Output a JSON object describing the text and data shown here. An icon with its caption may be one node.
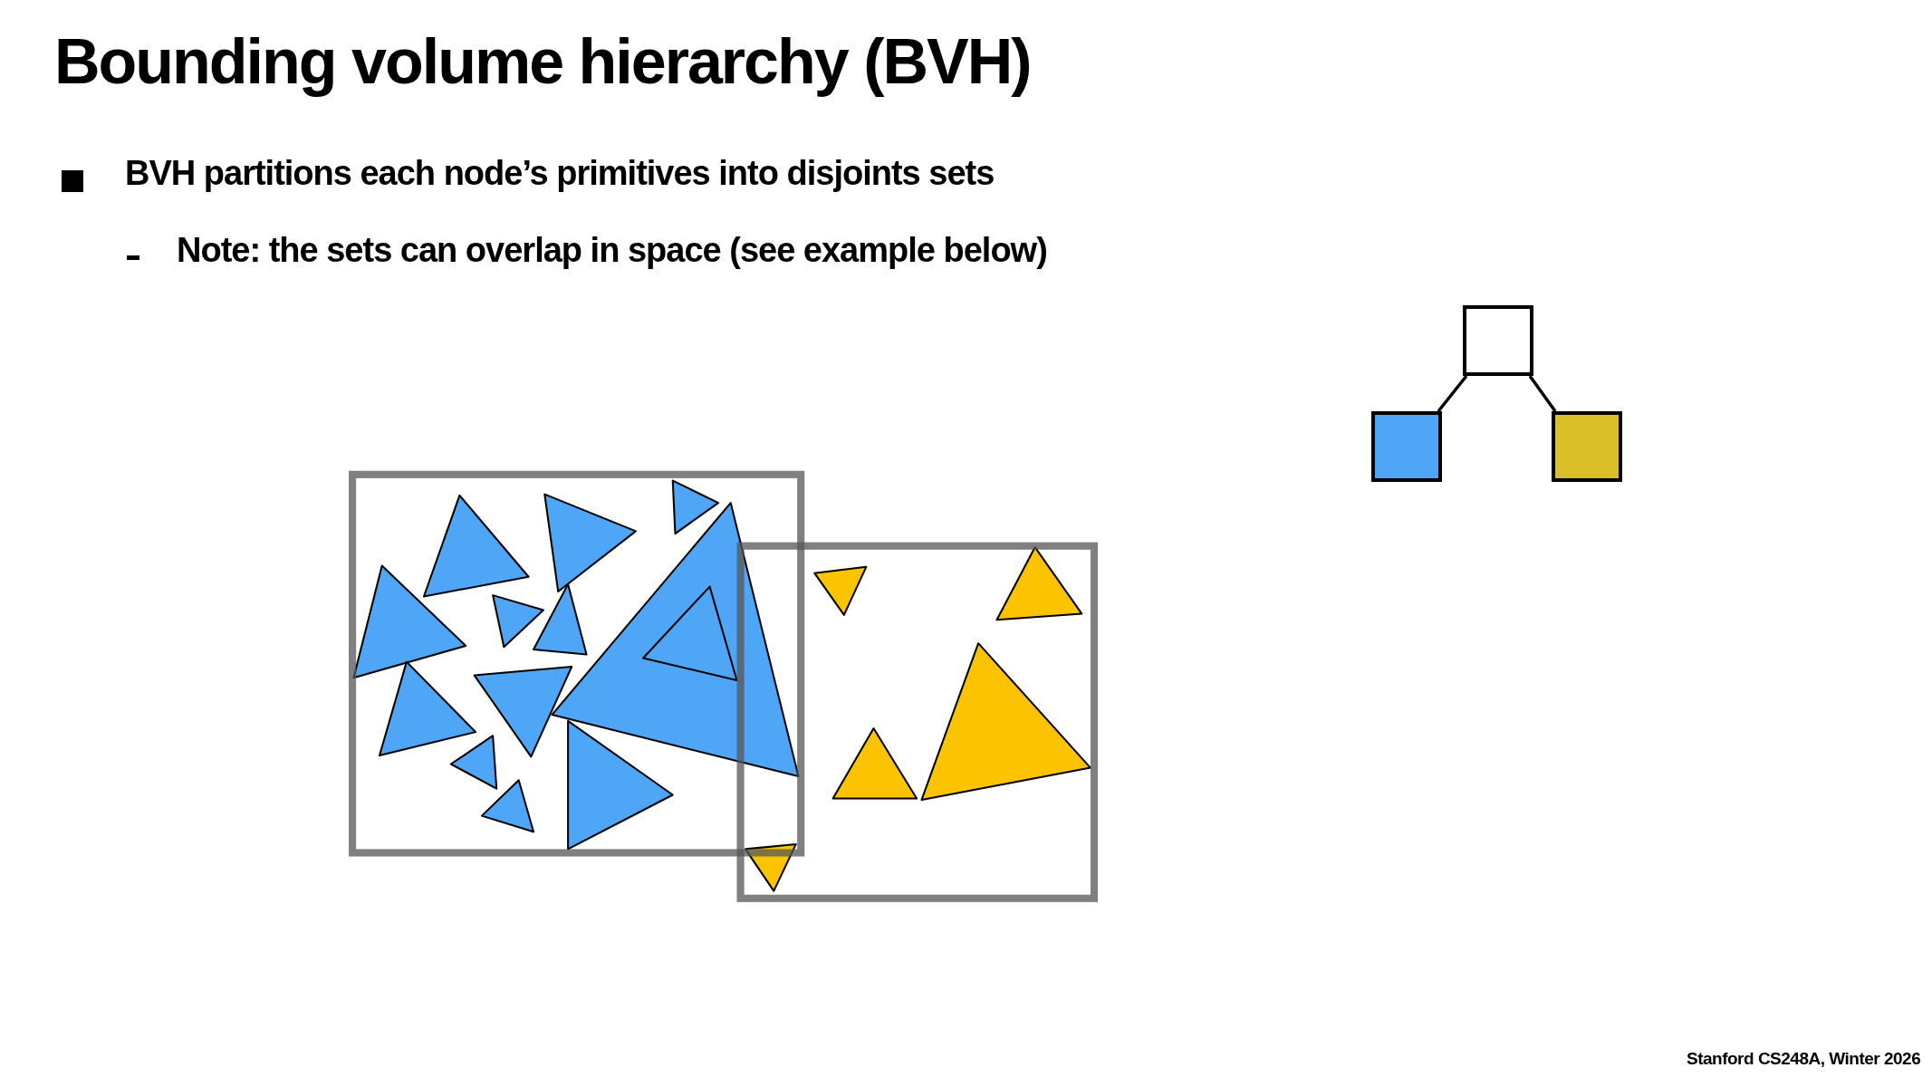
{
  "diagram": {
    "title": "Bounding volume hierarchy (BVH)",
    "nodes": [
      {
        "text": [],
        "shape": "box"
      },
      {
        "text": [],
        "shape": "box"
      },
      {
        "text": [],
        "shape": "box"
      }
    ],
    "edges": [
      {
        "from": 0,
        "to": 1,
        "arrow": "none"
      },
      {
        "from": 0,
        "to": 2,
        "arrow": "none"
      }
    ],
    "labels": [
      "BVH partitions each node’s primitives into disjoints sets",
      "Note: the sets can overlap in space (see example below)",
      "Stanford CS248A, Winter 2026"
    ]
  }
}
